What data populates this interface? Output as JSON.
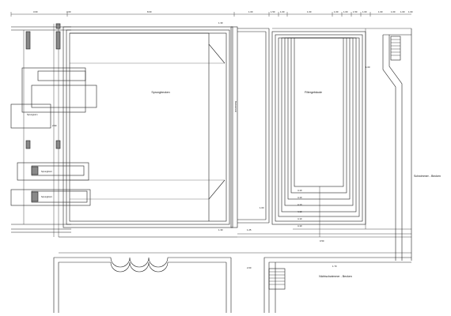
{
  "labels": {
    "diving_pool": "Sprungbecken",
    "filter_building": "Filtergebäude",
    "swimmer_pool": "Schwimmer - Becken",
    "non_swimmer_pool": "Nichtschwimmer - Becken",
    "side_room": "Sprungturm",
    "board_1": "Sprungbrett",
    "board_2": "Sprungbrett",
    "side_wall": "Beckenrand"
  },
  "top_dims": [
    "3.00",
    "3.00",
    "8.00",
    "1.00",
    "1.50",
    "1.00",
    "1.00",
    "1.00",
    "1.00",
    "1.50",
    "1.00",
    "1.00",
    "1.00",
    "1.00",
    "1.00"
  ],
  "ladder_dims": [
    "4.10",
    "4.10",
    "4.10",
    "4.10",
    "4.10",
    "4.10"
  ],
  "bottom_dims": [
    "1.25",
    "2.00",
    "0.50",
    "1.70"
  ],
  "side_dims": [
    "2.90",
    "1.30",
    "1.30",
    "1.00",
    "1.00"
  ]
}
